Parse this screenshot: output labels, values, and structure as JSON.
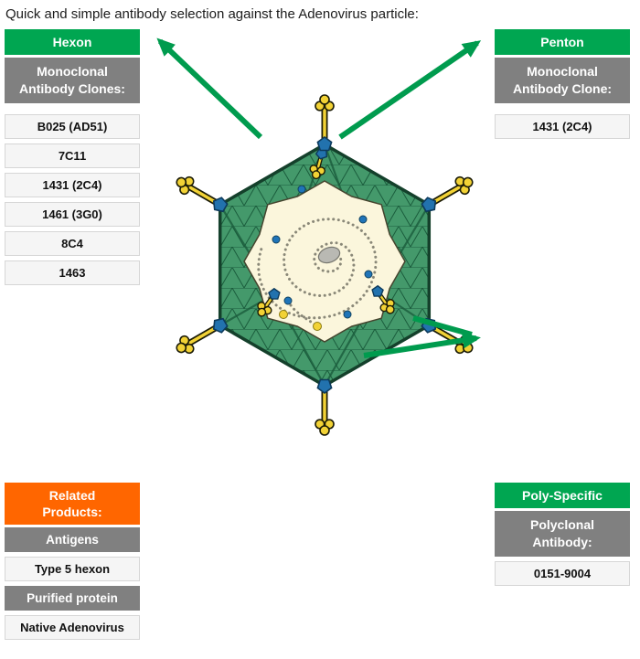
{
  "title": "Quick and simple antibody selection against the Adenovirus particle:",
  "colors": {
    "accent_green": "#00A651",
    "header_gray": "#808080",
    "accent_orange": "#FF6600"
  },
  "panels": {
    "hexon": {
      "header": "Hexon",
      "subheader": "Monoclonal Antibody Clones:",
      "items": [
        "B025 (AD51)",
        "7C11",
        "1431 (2C4)",
        "1461 (3G0)",
        "8C4",
        "1463"
      ]
    },
    "penton": {
      "header": "Penton",
      "subheader": "Monoclonal Antibody Clone:",
      "items": [
        "1431 (2C4)"
      ]
    },
    "related_products": {
      "header": "Related Products:",
      "sections": [
        {
          "label": "Antigens",
          "items": [
            "Type 5 hexon"
          ]
        },
        {
          "label": "Purified protein",
          "items": [
            "Native Adenovirus"
          ]
        }
      ]
    },
    "poly_specific": {
      "header": "Poly-Specific",
      "subheader": "Polyclonal Antibody:",
      "items": [
        "0151-9004"
      ]
    }
  },
  "illustration": {
    "name": "adenovirus-particle"
  }
}
